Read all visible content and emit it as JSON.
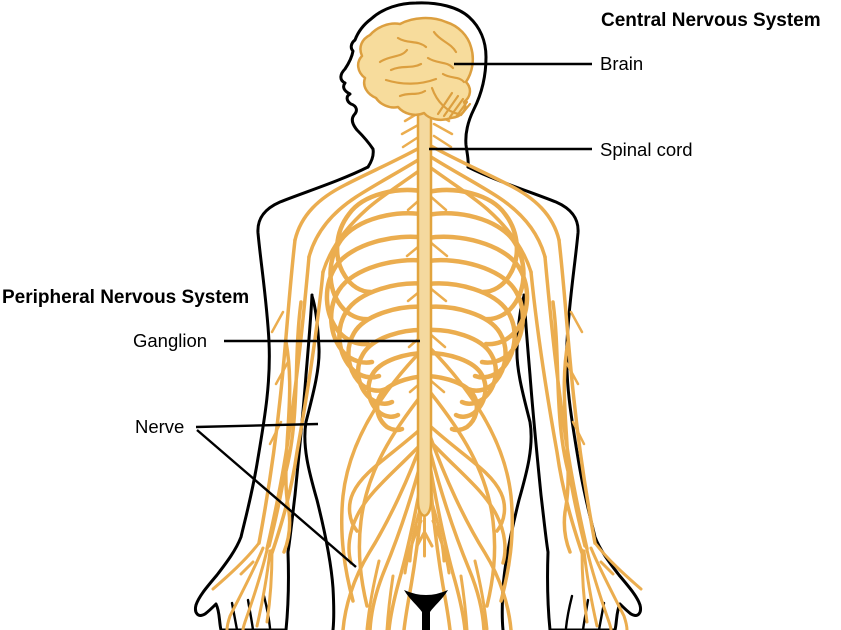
{
  "headings": {
    "cns": "Central Nervous System",
    "pns": "Peripheral Nervous System"
  },
  "labels": {
    "brain": "Brain",
    "spinal_cord": "Spinal cord",
    "ganglion": "Ganglion",
    "nerve": "Nerve"
  },
  "colors": {
    "outline": "#000000",
    "nerve": "#EBAD4F",
    "cord_fill": "#F4D99F",
    "cord_stroke": "#E2A43E",
    "brain_fill": "#F7DC9C",
    "brain_stroke": "#DC9F3F",
    "background": "#FFFFFF",
    "text": "#000000"
  }
}
